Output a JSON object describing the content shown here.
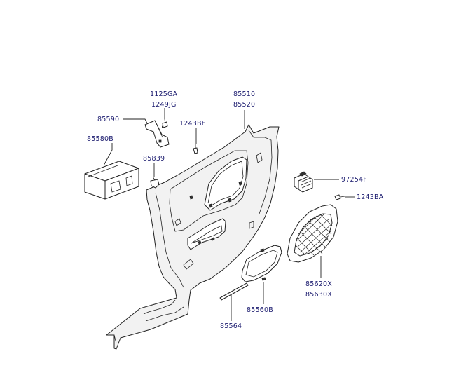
{
  "labels": {
    "l_1125GA": "1125GA",
    "l_1249JG": "1249JG",
    "l_85510": "85510",
    "l_85520": "85520",
    "l_85590": "85590",
    "l_1243BE": "1243BE",
    "l_85580B": "85580B",
    "l_85839": "85839",
    "l_97254F": "97254F",
    "l_1243BA": "1243BA",
    "l_85620X": "85620X",
    "l_85630X": "85630X",
    "l_85560B": "85560B",
    "l_85564": "85564"
  }
}
